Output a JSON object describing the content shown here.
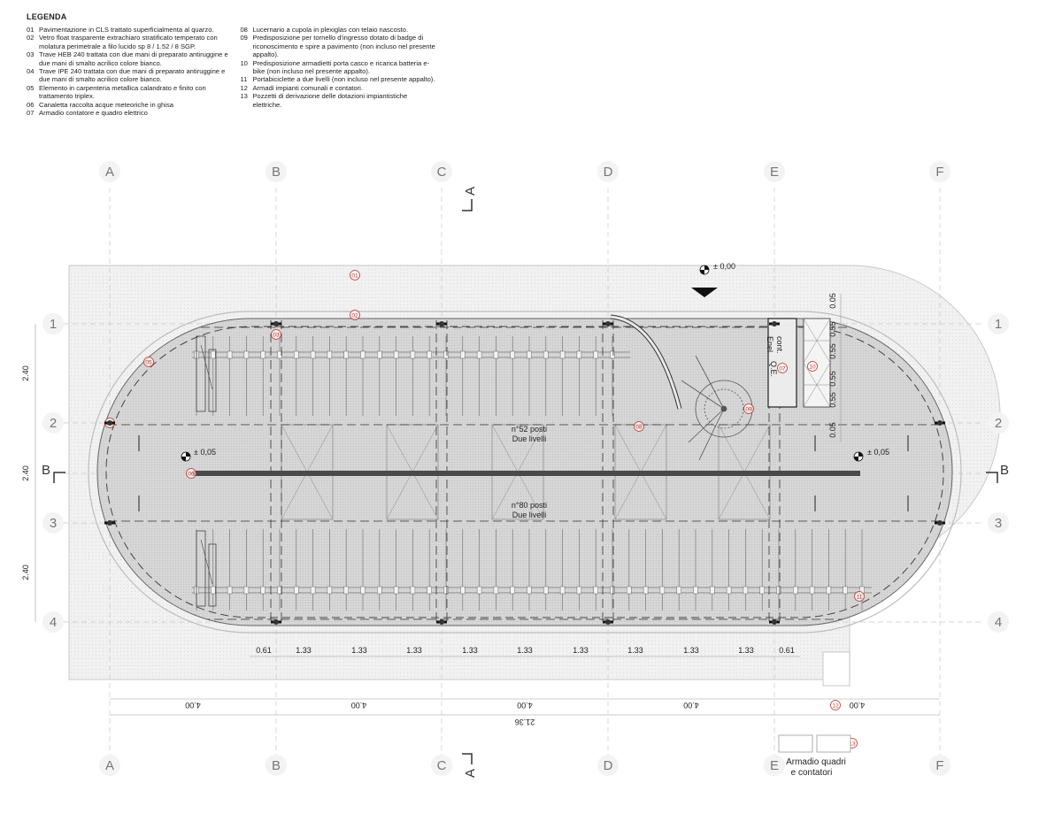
{
  "legend": {
    "title": "LEGENDA",
    "items_left": [
      {
        "num": "01",
        "text": "Pavimentazione in CLS trattato superficialmenta al quarzo."
      },
      {
        "num": "02",
        "text": "Vetro float trasparente extrachiaro stratificato temperato con molatura perimetrale a filo lucido sp 8 / 1.52 / 8 SGP."
      },
      {
        "num": "03",
        "text": "Trave HEB 240 trattata con due mani di preparato antiruggine e due mani di smalto acrilico colore bianco."
      },
      {
        "num": "04",
        "text": "Trave IPE 240 trattata con due mani di preparato antiruggine e due mani di smalto acrilico colore bianco."
      },
      {
        "num": "05",
        "text": "Elemento in carpenteria metallica calandrato e finito con trattamento triplex."
      },
      {
        "num": "06",
        "text": "Canaletta raccolta acque meteoriche in ghisa"
      },
      {
        "num": "07",
        "text": "Armadio contatore e quadro elettrico"
      }
    ],
    "items_right": [
      {
        "num": "08",
        "text": "Lucernario a cupola in plexiglas con telaio nascosto."
      },
      {
        "num": "09",
        "text": "Predisposizione per tornello d'ingresso dotato di badge di riconoscimento e spire a pavimento (non incluso nel presente appalto)."
      },
      {
        "num": "10",
        "text": "Predisposizione armadietti porta casco e ricarica batteria e-bike (non incluso nel presente appalto)."
      },
      {
        "num": "11",
        "text": "Portabiciclette a due livelli (non incluso nel presente appalto)."
      },
      {
        "num": "12",
        "text": "Armadi impianti comunali e contatori."
      },
      {
        "num": "13",
        "text": "Pozzetti di derivazione delle dotazioni impiantistiche elettriche."
      }
    ]
  },
  "grid": {
    "columns": [
      "A",
      "B",
      "C",
      "D",
      "E",
      "F"
    ],
    "rows": [
      "1",
      "2",
      "3",
      "4"
    ]
  },
  "sections": {
    "aa": "A",
    "bb": "B"
  },
  "levels": {
    "top": "± 0,00",
    "left": "± 0,05",
    "right": "± 0,05"
  },
  "capacity": {
    "upper_count": "n°52 posti",
    "upper_note": "Due livelli",
    "lower_count": "n°80 posti",
    "lower_note": "Due livelli"
  },
  "kiosk": {
    "label_a": "cont.",
    "label_b": "Enel",
    "label_c": "Q.E."
  },
  "dims": {
    "row_spacing": [
      "2.40",
      "2.40",
      "2.40"
    ],
    "bay_widths": [
      "0.61",
      "1.33",
      "1.33",
      "1.33",
      "1.33",
      "1.33",
      "1.33",
      "1.33",
      "1.33",
      "1.33",
      "0.61"
    ],
    "column_spacing": [
      "4.00",
      "4.00",
      "4.00",
      "4.00",
      "4.00"
    ],
    "overall": "21.36",
    "cabinet_dims": [
      "0.05",
      "0.55",
      "0.55",
      "0.55",
      "0.55",
      "0.05"
    ]
  },
  "tags": [
    "01",
    "02",
    "03",
    "04",
    "05",
    "06",
    "07",
    "08",
    "09",
    "10",
    "11",
    "12",
    "13"
  ],
  "cabinet_caption": {
    "line1": "Armadio quadri",
    "line2": "e contatori"
  }
}
